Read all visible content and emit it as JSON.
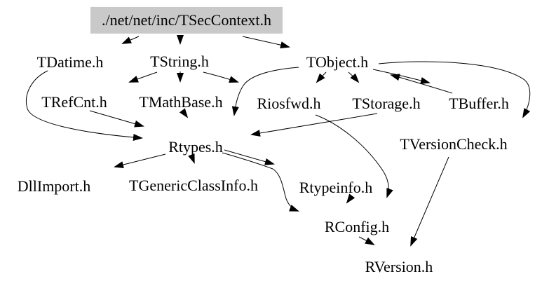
{
  "graph": {
    "kind": "include-dependency-graph",
    "nodes": [
      {
        "label": "./net/net/inc/TSecContext.h",
        "highlighted": true
      },
      {
        "label": "TDatime.h"
      },
      {
        "label": "TString.h"
      },
      {
        "label": "TObject.h"
      },
      {
        "label": "TRefCnt.h"
      },
      {
        "label": "TMathBase.h"
      },
      {
        "label": "Riosfwd.h"
      },
      {
        "label": "TStorage.h"
      },
      {
        "label": "TBuffer.h"
      },
      {
        "label": "Rtypes.h"
      },
      {
        "label": "TVersionCheck.h"
      },
      {
        "label": "DllImport.h"
      },
      {
        "label": "TGenericClassInfo.h"
      },
      {
        "label": "Rtypeinfo.h"
      },
      {
        "label": "RConfig.h"
      },
      {
        "label": "RVersion.h"
      }
    ],
    "edges": [
      {
        "from": "./net/net/inc/TSecContext.h",
        "to": "TDatime.h"
      },
      {
        "from": "./net/net/inc/TSecContext.h",
        "to": "TString.h"
      },
      {
        "from": "./net/net/inc/TSecContext.h",
        "to": "TObject.h"
      },
      {
        "from": "TDatime.h",
        "to": "Rtypes.h"
      },
      {
        "from": "TString.h",
        "to": "TRefCnt.h"
      },
      {
        "from": "TString.h",
        "to": "TMathBase.h"
      },
      {
        "from": "TString.h",
        "to": "Riosfwd.h"
      },
      {
        "from": "TObject.h",
        "to": "Riosfwd.h"
      },
      {
        "from": "TObject.h",
        "to": "TStorage.h"
      },
      {
        "from": "TObject.h",
        "to": "TBuffer.h"
      },
      {
        "from": "TObject.h",
        "to": "Rtypes.h"
      },
      {
        "from": "TObject.h",
        "to": "TVersionCheck.h"
      },
      {
        "from": "TBuffer.h",
        "to": "TObject.h"
      },
      {
        "from": "TRefCnt.h",
        "to": "Rtypes.h"
      },
      {
        "from": "TMathBase.h",
        "to": "Rtypes.h"
      },
      {
        "from": "TStorage.h",
        "to": "Rtypes.h"
      },
      {
        "from": "Riosfwd.h",
        "to": "RConfig.h"
      },
      {
        "from": "Rtypes.h",
        "to": "DllImport.h"
      },
      {
        "from": "Rtypes.h",
        "to": "TGenericClassInfo.h"
      },
      {
        "from": "Rtypes.h",
        "to": "Rtypeinfo.h"
      },
      {
        "from": "Rtypes.h",
        "to": "RConfig.h"
      },
      {
        "from": "Rtypeinfo.h",
        "to": "RConfig.h"
      },
      {
        "from": "RConfig.h",
        "to": "RVersion.h"
      },
      {
        "from": "TVersionCheck.h",
        "to": "RVersion.h"
      }
    ]
  }
}
